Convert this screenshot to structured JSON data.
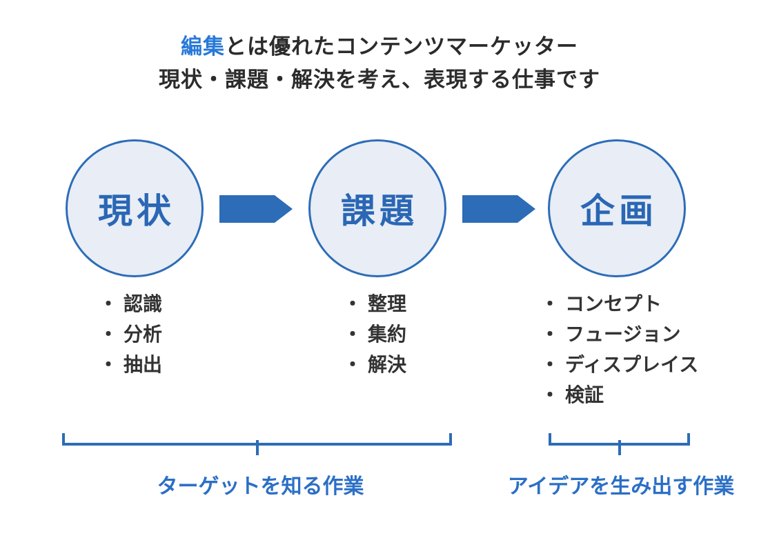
{
  "title": {
    "line1_accent": "編集",
    "line1_rest": "とは優れたコンテンツマーケッター",
    "line2": "現状・課題・解決を考え、表現する仕事です"
  },
  "flow": {
    "bullet": "・",
    "steps": [
      {
        "label": "現状",
        "items": [
          "認識",
          "分析",
          "抽出"
        ]
      },
      {
        "label": "課題",
        "items": [
          "整理",
          "集約",
          "解決"
        ]
      },
      {
        "label": "企画",
        "items": [
          "コンセプト",
          "フュージョン",
          "ディスプレイス",
          "検証"
        ]
      }
    ]
  },
  "groups": [
    {
      "label": "ターゲットを知る作業"
    },
    {
      "label": "アイデアを生み出す作業"
    }
  ],
  "colors": {
    "main_blue": "#2d6cb6",
    "accent_blue": "#2879d8",
    "label_blue": "#2b6fc6",
    "circle_text_blue": "#2a67b4",
    "circle_fill": "#e8edf6",
    "heading_text": "#2b2b2b",
    "list_text": "#333333",
    "background": "#ffffff"
  }
}
